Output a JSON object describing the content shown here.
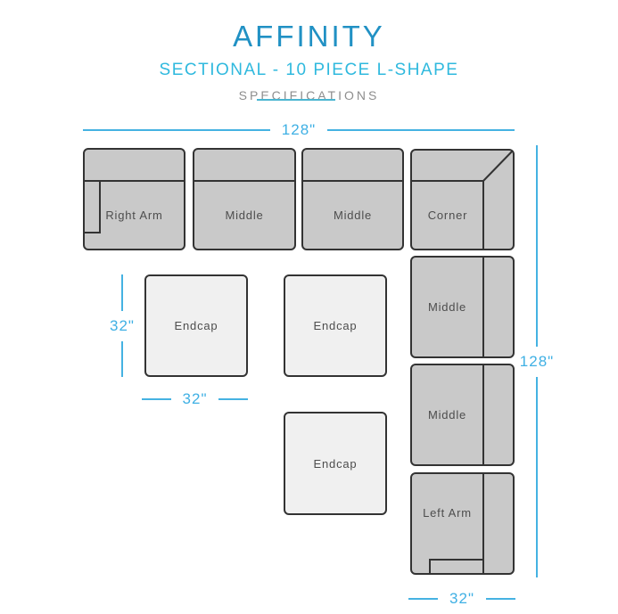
{
  "header": {
    "title": "AFFINITY",
    "subtitle": "SECTIONAL - 10 PIECE L-SHAPE",
    "section_label": "SPECIFICATIONS"
  },
  "diagram": {
    "type": "furniture-sectional-layout",
    "pieces": [
      {
        "id": "right-arm",
        "label": "Right Arm",
        "row": "top"
      },
      {
        "id": "middle-1",
        "label": "Middle",
        "row": "top"
      },
      {
        "id": "middle-2",
        "label": "Middle",
        "row": "top"
      },
      {
        "id": "corner",
        "label": "Corner",
        "row": "top"
      },
      {
        "id": "endcap-1",
        "label": "Endcap",
        "row": "floating"
      },
      {
        "id": "endcap-2",
        "label": "Endcap",
        "row": "floating"
      },
      {
        "id": "endcap-3",
        "label": "Endcap",
        "row": "floating"
      },
      {
        "id": "middle-3",
        "label": "Middle",
        "row": "right-column"
      },
      {
        "id": "middle-4",
        "label": "Middle",
        "row": "right-column"
      },
      {
        "id": "left-arm",
        "label": "Left Arm",
        "row": "right-column"
      }
    ],
    "dimensions": {
      "top_width": "128\"",
      "right_height": "128\"",
      "endcap_height": "32\"",
      "endcap_width": "32\"",
      "bottom_width": "32\""
    }
  },
  "colors": {
    "title_blue": "#2191c4",
    "subtitle_cyan": "#2fb9de",
    "specifications_gray": "#8e8e8e",
    "dimension_blue": "#3fb0e4",
    "piece_fill": "#c9c9c9",
    "endcap_fill": "#f0f0f0",
    "outline": "#333333",
    "piece_label_text": "#4d4d4d"
  }
}
